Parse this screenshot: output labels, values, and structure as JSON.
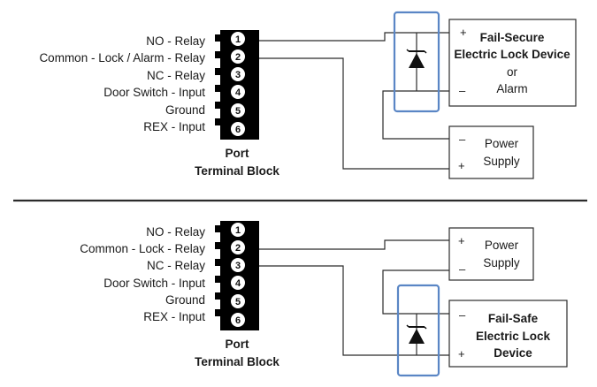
{
  "top": {
    "labels": [
      "NO - Relay",
      "Common - Lock / Alarm - Relay",
      "NC - Relay",
      "Door Switch - Input",
      "Ground",
      "REX - Input"
    ],
    "pin_numbers": [
      "1",
      "2",
      "3",
      "4",
      "5",
      "6"
    ],
    "block_title_1": "Port",
    "block_title_2": "Terminal Block",
    "device": {
      "line1": "Fail-Secure",
      "line2": "Electric Lock Device",
      "line3": "or",
      "line4": "Alarm",
      "plus": "+",
      "minus": "–"
    },
    "power": {
      "line1": "Power",
      "line2": "Supply",
      "minus": "–",
      "plus": "+"
    }
  },
  "bottom": {
    "labels": [
      "NO - Relay",
      "Common - Lock - Relay",
      "NC - Relay",
      "Door Switch - Input",
      "Ground",
      "REX - Input"
    ],
    "pin_numbers": [
      "1",
      "2",
      "3",
      "4",
      "5",
      "6"
    ],
    "block_title_1": "Port",
    "block_title_2": "Terminal Block",
    "power": {
      "line1": "Power",
      "line2": "Supply",
      "plus": "+",
      "minus": "–"
    },
    "device": {
      "line1": "Fail-Safe",
      "line2": "Electric Lock",
      "line3": "Device",
      "minus": "–",
      "plus": "+"
    }
  },
  "colors": {
    "highlight": "#5a86c5",
    "block": "#000000"
  }
}
